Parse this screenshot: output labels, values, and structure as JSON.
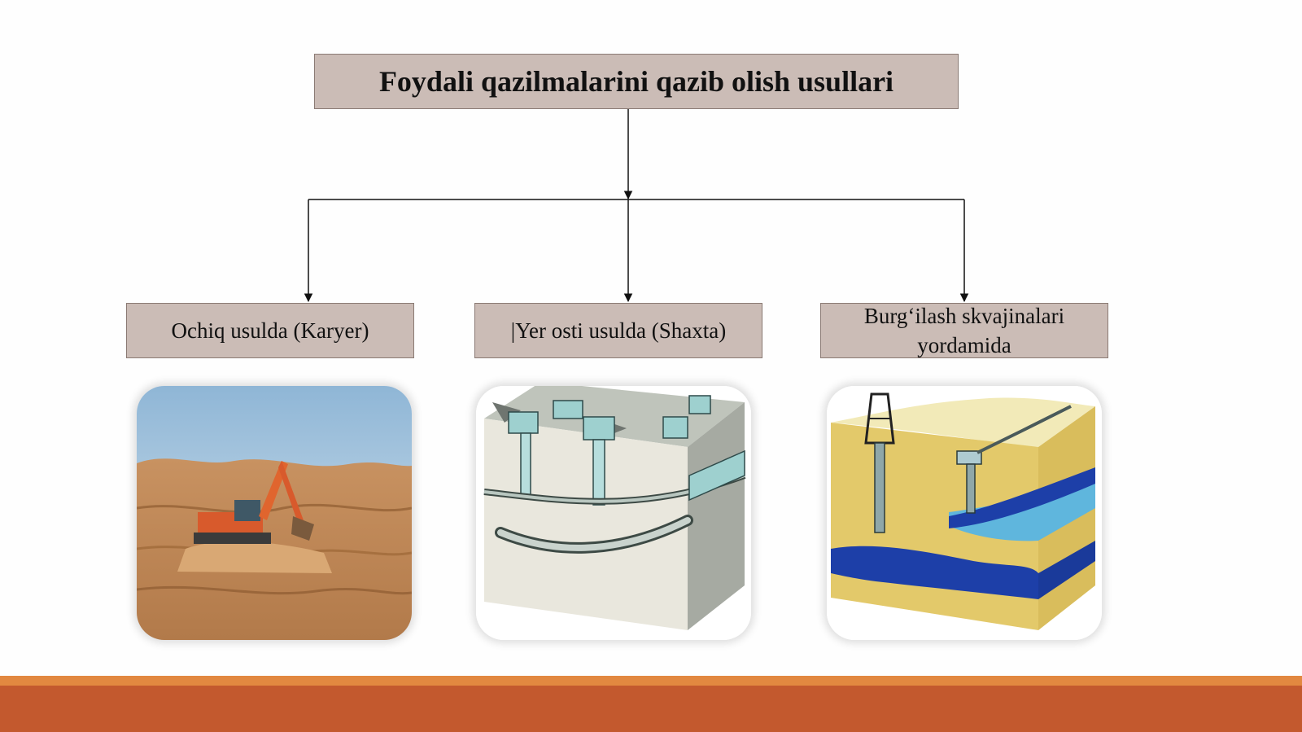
{
  "diagram": {
    "title": "Foydali qazilmalarini qazib olish usullari",
    "methods": [
      {
        "label": "Ochiq usulda (Karyer)",
        "image": "open-pit-excavator"
      },
      {
        "label": "|Yer osti usulda (Shaxta)",
        "image": "underground-mine-block"
      },
      {
        "label": "Burg‘ilash skvajinalari yordamida",
        "image": "drilling-wells-block"
      }
    ]
  },
  "colors": {
    "box_fill": "#cbbcb6",
    "box_border": "#8a7a74",
    "footer_accent": "#e28840",
    "footer_main": "#c3592e"
  }
}
